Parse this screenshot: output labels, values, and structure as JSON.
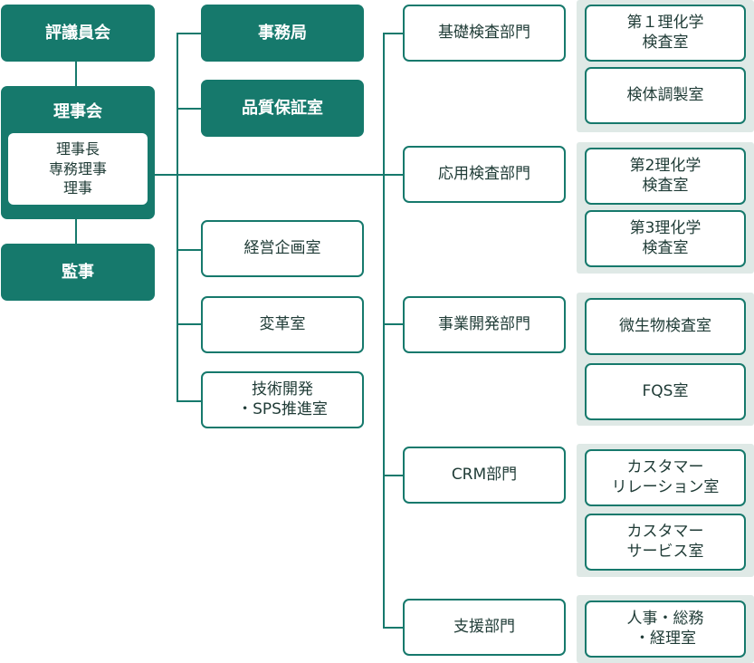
{
  "left": {
    "council": "評議員会",
    "board_title": "理事会",
    "board_members": "理事長\n専務理事\n理事",
    "auditor": "監事"
  },
  "middle": {
    "secretariat": "事務局",
    "qa": "品質保証室",
    "planning": "経営企画室",
    "reform": "変革室",
    "tech": "技術開発\n・SPS推進室"
  },
  "departments": {
    "basic": "基礎検査部門",
    "applied": "応用検査部門",
    "business": "事業開発部門",
    "crm": "CRM部門",
    "support": "支援部門"
  },
  "sections": {
    "phys1": "第１理化学\n検査室",
    "specimen": "検体調製室",
    "phys2": "第2理化学\n検査室",
    "phys3": "第3理化学\n検査室",
    "micro": "微生物検査室",
    "fqs": "FQS室",
    "customer_relation": "カスタマー\nリレーション室",
    "customer_service": "カスタマー\nサービス室",
    "hr": "人事・総務\n・経理室"
  },
  "colors": {
    "primary": "#16796c",
    "group_bg": "#dfe9e6"
  }
}
